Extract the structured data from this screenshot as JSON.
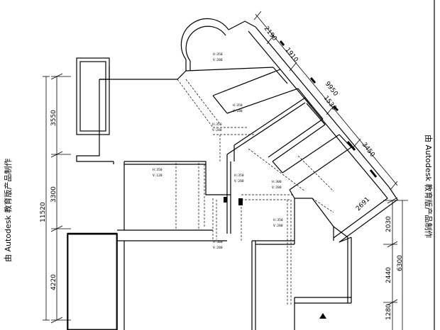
{
  "watermark": {
    "left": "由 Autodesk 教育版产品制作",
    "right": "由 Autodesk 教育版产品制作"
  },
  "left_dimensions": [
    "3550",
    "11520",
    "3300",
    "4220"
  ],
  "right_dimensions": [
    "2030",
    "6300",
    "2440",
    "1280"
  ],
  "diagonal_dimensions": [
    "2190",
    "1910",
    "9950",
    "1530",
    "3450",
    "2691"
  ],
  "room_tags": [
    {
      "h": "H:350",
      "v": "V:280"
    },
    {
      "h": "H:350",
      "v": "V:180"
    },
    {
      "h": "H:350",
      "v": "V:280"
    },
    {
      "h": "H:350",
      "v": "V:120"
    },
    {
      "h": "H:350",
      "v": "V:280"
    },
    {
      "h": "H:300",
      "v": "V:280"
    },
    {
      "h": "H:350",
      "v": "V:280"
    },
    {
      "h": "H:300",
      "v": "V:280"
    }
  ],
  "colors": {
    "line": "#000000",
    "dash": "#000000",
    "background": "#ffffff"
  }
}
